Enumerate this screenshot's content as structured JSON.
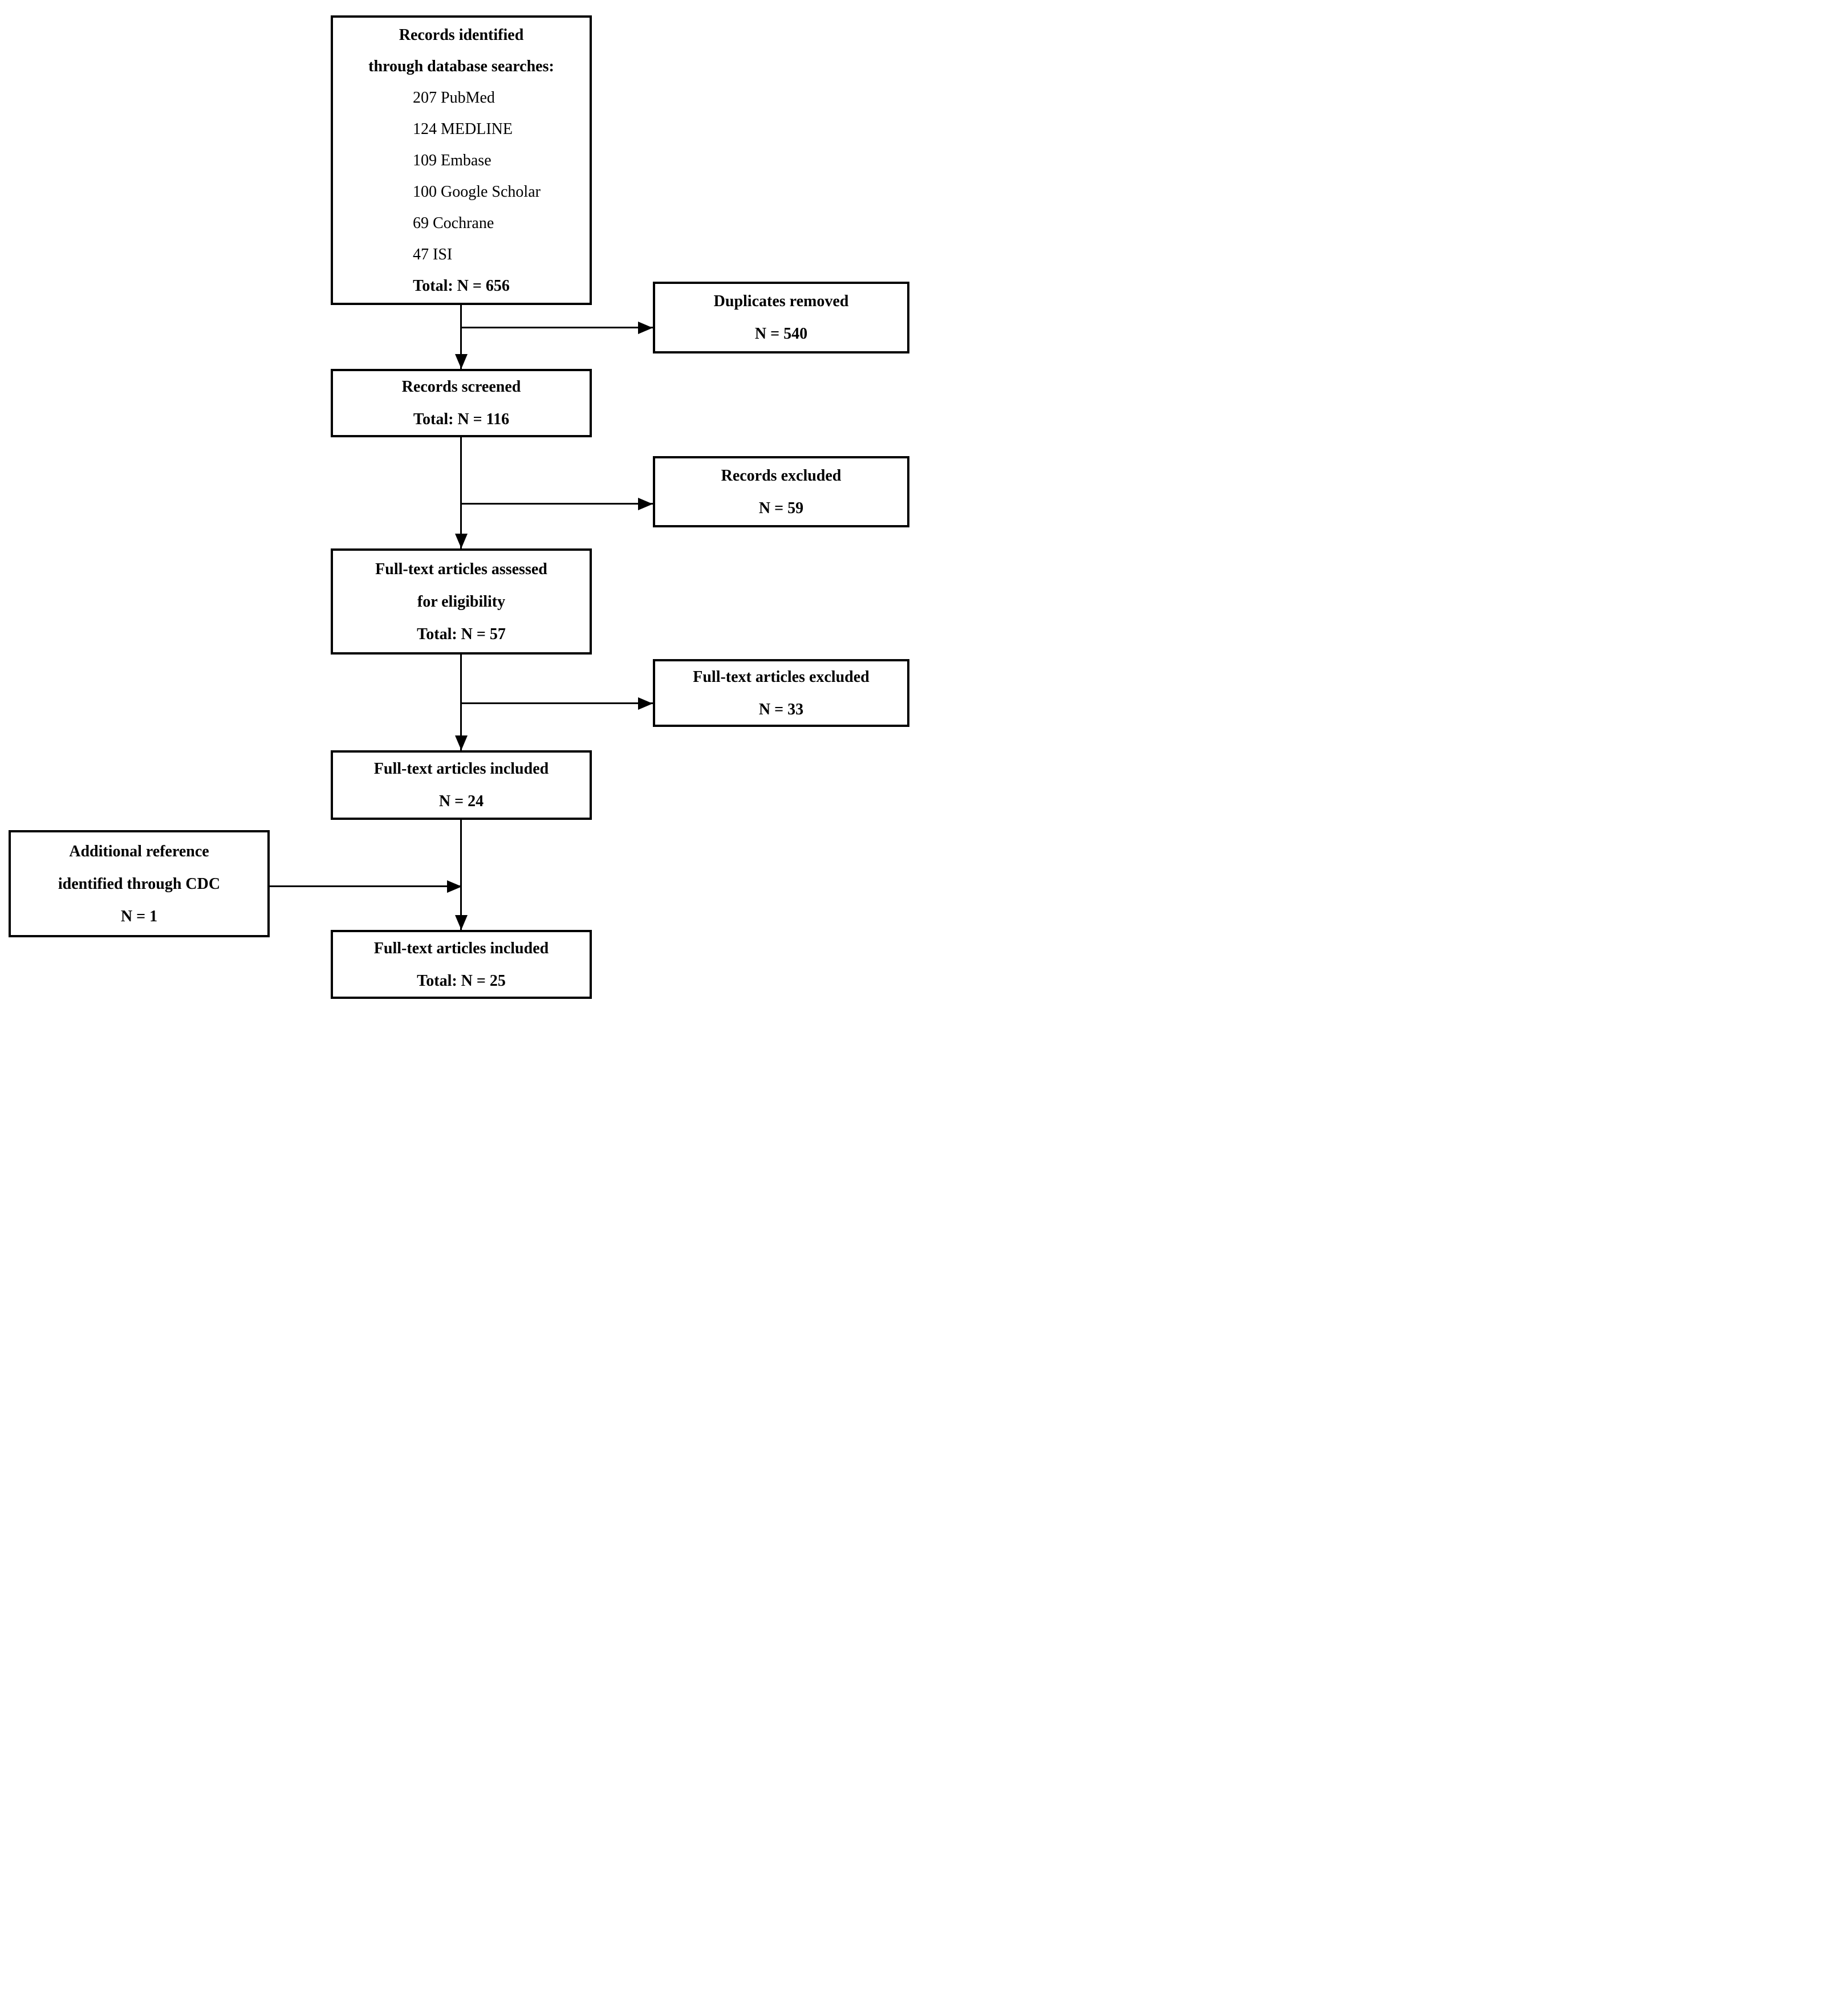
{
  "colors": {
    "background": "#ffffff",
    "ink": "#000000"
  },
  "flowchart": {
    "identification": {
      "title_line1": "Records identified",
      "title_line2": "through database searches:",
      "sources": [
        "207 PubMed",
        "124 MEDLINE",
        "109 Embase",
        "100 Google Scholar",
        "69 Cochrane",
        "47 ISI"
      ],
      "total": "Total: N = 656"
    },
    "duplicates_removed": {
      "label": "Duplicates removed",
      "count": "N = 540"
    },
    "records_screened": {
      "label": "Records screened",
      "count": "Total: N = 116"
    },
    "records_excluded": {
      "label": "Records excluded",
      "count": "N = 59"
    },
    "fulltext_assessed": {
      "label_line1": "Full-text articles assessed",
      "label_line2": "for eligibility",
      "count": "Total: N = 57"
    },
    "fulltext_excluded": {
      "label": "Full-text articles excluded",
      "count": "N = 33"
    },
    "fulltext_included": {
      "label": "Full-text articles included",
      "count": "N = 24"
    },
    "additional_reference": {
      "label_line1": "Additional reference",
      "label_line2": "identified through CDC",
      "count": "N = 1"
    },
    "final_included": {
      "label": "Full-text articles included",
      "count": "Total: N = 25"
    }
  }
}
